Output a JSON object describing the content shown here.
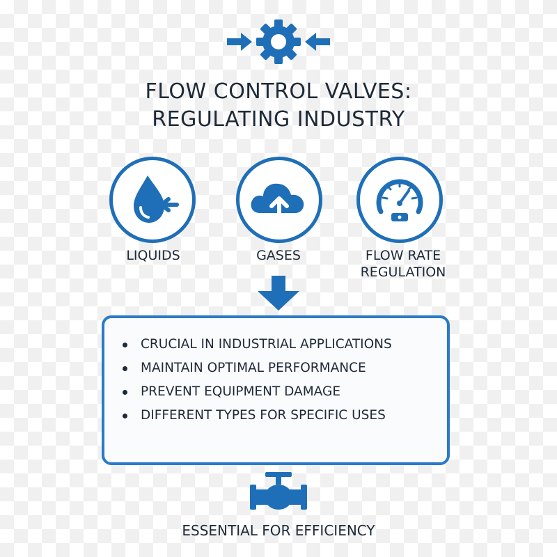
{
  "title": {
    "line1": "FLOW CONTROL VALVES:",
    "line2": "REGULATING INDUSTRY"
  },
  "categories": [
    {
      "label": "LIQUIDS",
      "icon": "droplet-icon"
    },
    {
      "label": "GASES",
      "icon": "cloud-upload-icon"
    },
    {
      "label_line1": "FLOW RATE",
      "label_line2": "REGULATION",
      "icon": "gauge-icon"
    }
  ],
  "points": {
    "items": [
      "CRUCIAL IN INDUSTRIAL APPLICATIONS",
      "MAINTAIN OPTIMAL PERFORMANCE",
      "PREVENT EQUIPMENT DAMAGE",
      "DIFFERENT TYPES FOR SPECIFIC USES"
    ]
  },
  "footer": "ESSENTIAL FOR EFFICIENCY",
  "colors": {
    "accent": "#1f6fb8",
    "text": "#1e2a38"
  },
  "icons": {
    "top": "gear-with-arrows-icon",
    "flow": "down-arrow-icon",
    "bottom": "valve-icon"
  }
}
